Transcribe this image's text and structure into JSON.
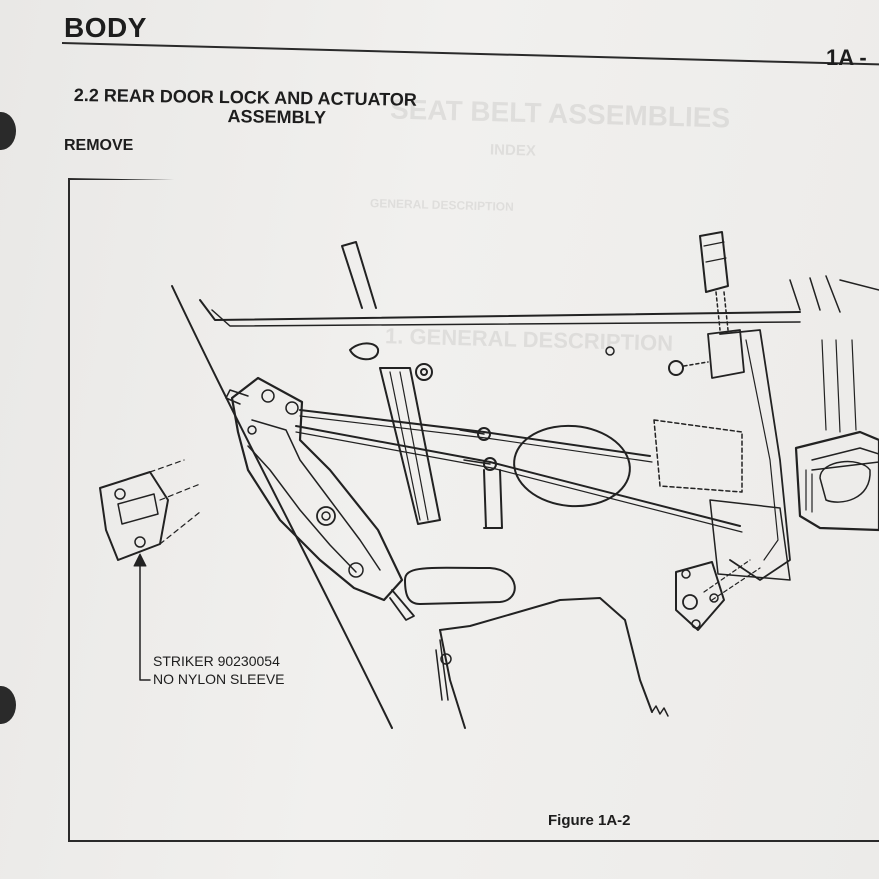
{
  "header": {
    "section_title": "BODY",
    "page_number": "1A -"
  },
  "procedure": {
    "heading_line1": "2.2 REAR DOOR LOCK AND ACTUATOR",
    "heading_line2": "ASSEMBLY",
    "step": "REMOVE"
  },
  "figure": {
    "callout_line1": "STRIKER 90230054",
    "callout_line2": "NO NYLON SLEEVE",
    "caption": "Figure 1A-2"
  },
  "bleed_through": {
    "title": "SEAT BELT ASSEMBLIES",
    "index": "INDEX",
    "entry": "GENERAL DESCRIPTION",
    "section": "1. GENERAL DESCRIPTION"
  }
}
